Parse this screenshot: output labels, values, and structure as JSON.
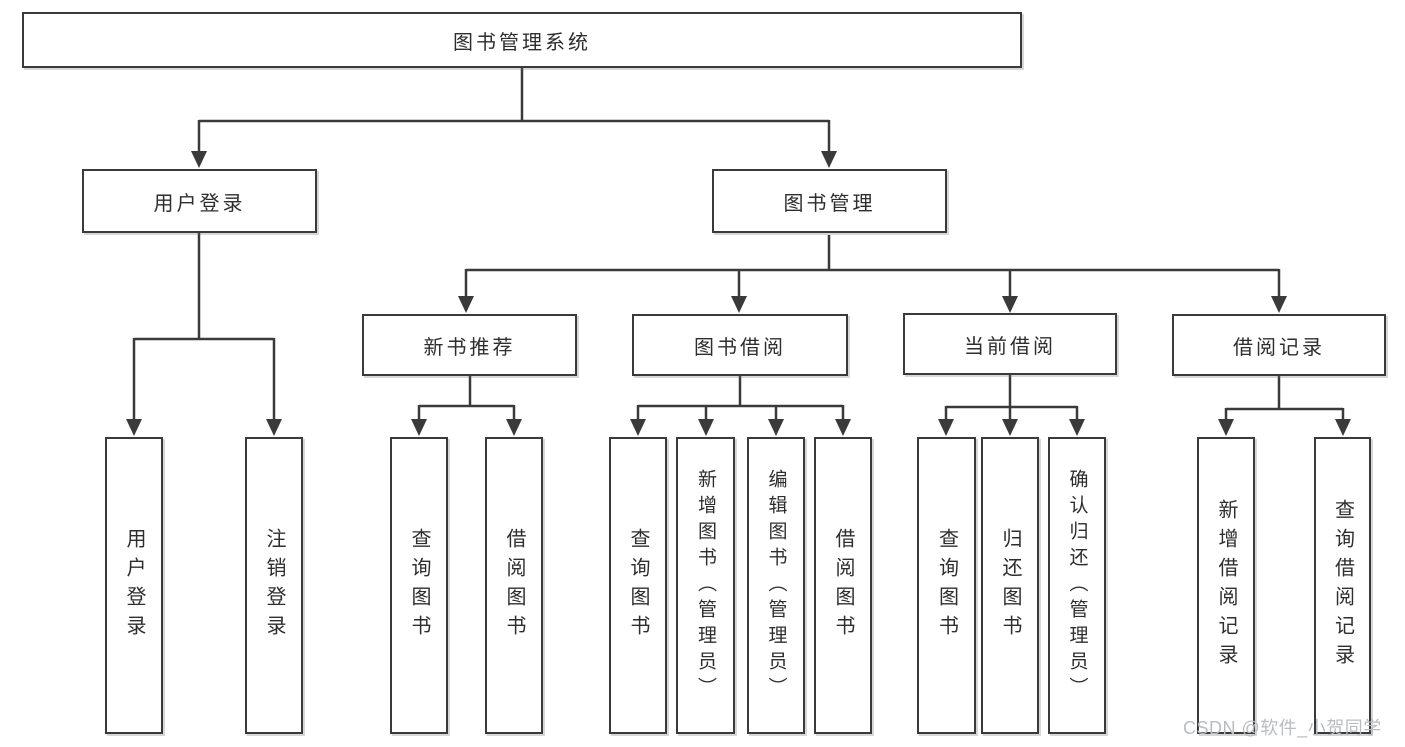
{
  "diagram": {
    "root": {
      "label": "图书管理系统"
    },
    "level2": [
      {
        "label": "用户登录",
        "parent": "图书管理系统"
      },
      {
        "label": "图书管理",
        "parent": "图书管理系统"
      }
    ],
    "level3": [
      {
        "label": "新书推荐",
        "parent": "图书管理"
      },
      {
        "label": "图书借阅",
        "parent": "图书管理"
      },
      {
        "label": "当前借阅",
        "parent": "图书管理"
      },
      {
        "label": "借阅记录",
        "parent": "图书管理"
      }
    ],
    "leaves": [
      {
        "label": "用户登录",
        "parent": "用户登录"
      },
      {
        "label": "注销登录",
        "parent": "用户登录"
      },
      {
        "label": "查询图书",
        "parent": "新书推荐"
      },
      {
        "label": "借阅图书",
        "parent": "新书推荐"
      },
      {
        "label": "查询图书",
        "parent": "图书借阅"
      },
      {
        "label": "新增图书（管理员）",
        "parent": "图书借阅"
      },
      {
        "label": "编辑图书（管理员）",
        "parent": "图书借阅"
      },
      {
        "label": "借阅图书",
        "parent": "图书借阅"
      },
      {
        "label": "查询图书",
        "parent": "当前借阅"
      },
      {
        "label": "归还图书",
        "parent": "当前借阅"
      },
      {
        "label": "确认归还（管理员）",
        "parent": "当前借阅"
      },
      {
        "label": "新增借阅记录",
        "parent": "借阅记录"
      },
      {
        "label": "查询借阅记录",
        "parent": "借阅记录"
      }
    ]
  },
  "watermark": {
    "text": "CSDN @软件_小贺同学"
  },
  "colors": {
    "line": "#3a3a3a",
    "box_border": "#3a3a3a",
    "box_fill": "#ffffff",
    "text": "#2e2e2e",
    "watermark": "#b9bcc2"
  }
}
